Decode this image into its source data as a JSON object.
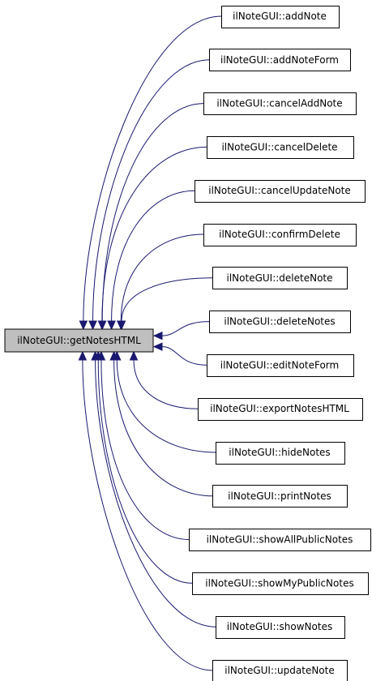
{
  "diagram": {
    "type": "call-graph",
    "direction": "right-to-left",
    "root": {
      "label": "ilNoteGUI::getNotesHTML",
      "fill": "#bfbfbf"
    },
    "callers": [
      {
        "label": "ilNoteGUI::addNote"
      },
      {
        "label": "ilNoteGUI::addNoteForm"
      },
      {
        "label": "ilNoteGUI::cancelAddNote"
      },
      {
        "label": "ilNoteGUI::cancelDelete"
      },
      {
        "label": "ilNoteGUI::cancelUpdateNote"
      },
      {
        "label": "ilNoteGUI::confirmDelete"
      },
      {
        "label": "ilNoteGUI::deleteNote"
      },
      {
        "label": "ilNoteGUI::deleteNotes"
      },
      {
        "label": "ilNoteGUI::editNoteForm"
      },
      {
        "label": "ilNoteGUI::exportNotesHTML"
      },
      {
        "label": "ilNoteGUI::hideNotes"
      },
      {
        "label": "ilNoteGUI::printNotes"
      },
      {
        "label": "ilNoteGUI::showAllPublicNotes"
      },
      {
        "label": "ilNoteGUI::showMyPublicNotes"
      },
      {
        "label": "ilNoteGUI::showNotes"
      },
      {
        "label": "ilNoteGUI::updateNote"
      }
    ],
    "colors": {
      "edge": "#191970",
      "node_border": "#000000",
      "node_fill": "#ffffff",
      "root_fill": "#bfbfbf"
    }
  }
}
